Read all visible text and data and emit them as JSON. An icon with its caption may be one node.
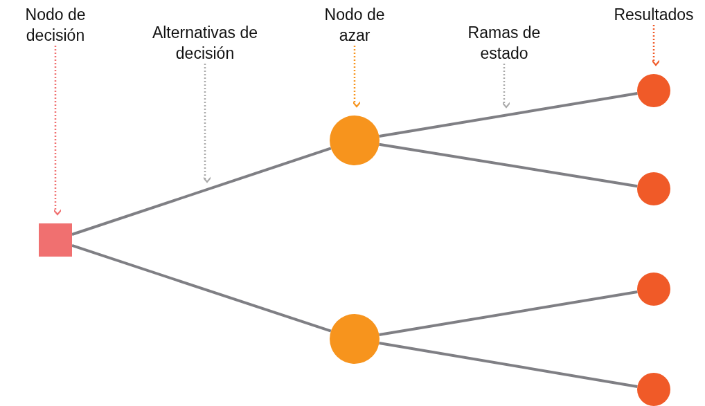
{
  "diagram": {
    "nodes": [
      {
        "text": [
          "Nodo de decisión"
        ]
      },
      {
        "text": [
          "Alternativas de decisión"
        ]
      },
      {
        "text": [
          "Nodo de azar"
        ]
      },
      {
        "text": [
          "Ramas de estado"
        ]
      },
      {
        "text": [
          "Resultados"
        ]
      },
      {
        "text": [],
        "shape": "box"
      },
      {
        "text": [],
        "shape": "circle"
      },
      {
        "text": [],
        "shape": "circle"
      },
      {
        "text": [],
        "shape": "circle"
      },
      {
        "text": [],
        "shape": "circle"
      },
      {
        "text": [],
        "shape": "circle"
      },
      {
        "text": [],
        "shape": "circle"
      }
    ],
    "edges": [
      {
        "from": 5,
        "to": 6,
        "arrow": "none"
      },
      {
        "from": 5,
        "to": 7,
        "arrow": "none"
      },
      {
        "from": 6,
        "to": 8,
        "arrow": "none"
      },
      {
        "from": 6,
        "to": 9,
        "arrow": "none"
      },
      {
        "from": 7,
        "to": 10,
        "arrow": "none"
      },
      {
        "from": 7,
        "to": 11,
        "arrow": "none"
      },
      {
        "from": 0,
        "to": 5,
        "arrow": "to",
        "style": "dashed",
        "color": "#f07070"
      },
      {
        "from": 1,
        "to": null,
        "arrow": "to",
        "style": "dashed",
        "color": "#aaaaaa"
      },
      {
        "from": 2,
        "to": 6,
        "arrow": "to",
        "style": "dashed",
        "color": "#f7941d"
      },
      {
        "from": 3,
        "to": null,
        "arrow": "to",
        "style": "dashed",
        "color": "#aaaaaa"
      },
      {
        "from": 4,
        "to": 8,
        "arrow": "to",
        "style": "dashed",
        "color": "#f05a28"
      }
    ]
  }
}
